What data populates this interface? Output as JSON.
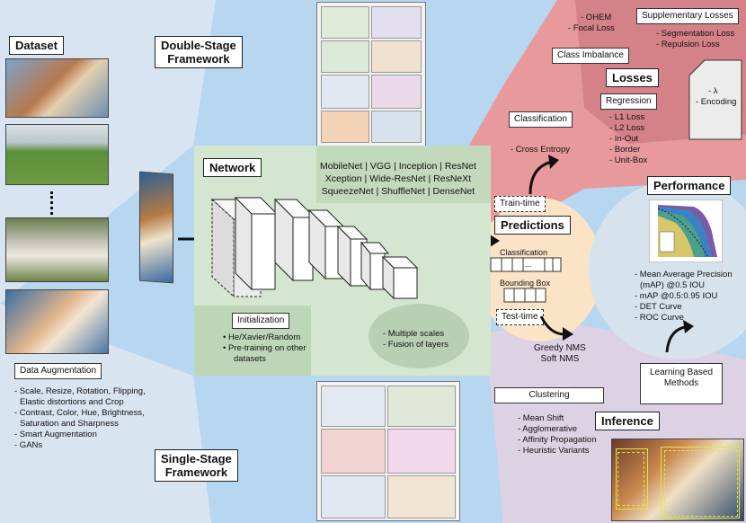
{
  "dataset": {
    "title": "Dataset",
    "augmentation_title": "Data Augmentation",
    "augmentation_items": [
      "- Scale, Resize, Rotation, Flipping,",
      "  Elastic distortions and Crop",
      "- Contrast, Color, Hue, Brightness,",
      "  Saturation and Sharpness",
      "- Smart Augmentation",
      "- GANs"
    ]
  },
  "double_stage": {
    "line1": "Double-Stage",
    "line2": "Framework"
  },
  "single_stage": {
    "line1": "Single-Stage",
    "line2": "Framework"
  },
  "network": {
    "title": "Network",
    "backbones": [
      "MobileNet | VGG | Inception | ResNet",
      "Xception | Wide-ResNet | ResNeXt",
      "SqueezeNet | ShuffleNet | DenseNet"
    ],
    "initialization_title": "Initialization",
    "initialization_items": [
      "He/Xavier/Random",
      "Pre-training on other",
      "datasets"
    ],
    "scales_items": [
      "- Multiple scales",
      "- Fusion of layers"
    ]
  },
  "predictions": {
    "title": "Predictions",
    "train_time": "Train-time",
    "test_time": "Test-time",
    "classification": "Classification",
    "bounding_box": "Bounding Box",
    "ellipsis": "...",
    "nms_items": [
      "Greedy NMS",
      "Soft NMS"
    ]
  },
  "losses": {
    "title": "Losses",
    "ohem": "- OHEM",
    "focal": "- Focal Loss",
    "class_imbalance": "Class Imbalance",
    "supplementary_title": "Supplementary Losses",
    "supplementary_items": [
      "- Segmentation Loss",
      "- Repulsion Loss"
    ],
    "classification_title": "Classification",
    "cross_entropy": "- Cross Entropy",
    "regression_title": "Regression",
    "regression_items": [
      "- L1 Loss",
      "- L2 Loss",
      "- In-Out",
      "- Border",
      "- Unit-Box"
    ],
    "encoding_items": [
      "- λ",
      "- Encoding"
    ]
  },
  "performance": {
    "title": "Performance",
    "metrics": [
      "- Mean Average Precision",
      "  (mAP) @0.5 IOU",
      "- mAP @0.5:0.95 IOU",
      "- DET Curve",
      "- ROC Curve"
    ]
  },
  "inference": {
    "title": "Inference",
    "clustering_title": "Clustering",
    "clustering_items": [
      "- Mean Shift",
      "- Agglomerative",
      "- Affinity Propagation",
      "- Heuristic Variants"
    ],
    "learning_based": [
      "Learning Based",
      "Methods"
    ]
  },
  "colors": {
    "dataset_bg": "#d6e2f1",
    "network_bg": "#d3e5cf",
    "network_dark": "#c0d8ba",
    "losses_bg": "#e7999c",
    "losses_dark": "#d17b80",
    "predictions_bg": "#fbe4c8",
    "performance_bg": "#d9e4ec",
    "inference_bg": "#dcd3e3",
    "sky_bg": "#b6d5ef"
  }
}
